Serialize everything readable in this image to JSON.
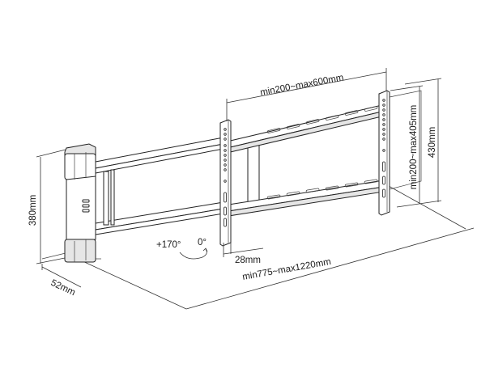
{
  "diagram": {
    "subject": "TV wall mount dimension drawing",
    "colors": {
      "line": "#222222",
      "background": "#ffffff",
      "fill": "#e6e6e6"
    },
    "dimensions": {
      "vesa_horizontal": "min200~max600mm",
      "vesa_vertical": "min200~max405mm",
      "plate_height": "430mm",
      "wall_plate_height": "380mm",
      "wall_plate_depth": "52mm",
      "profile": "28mm",
      "extension": "min775~max1220mm"
    },
    "rotation": {
      "left_label": "+170°",
      "right_label": "0°"
    }
  }
}
